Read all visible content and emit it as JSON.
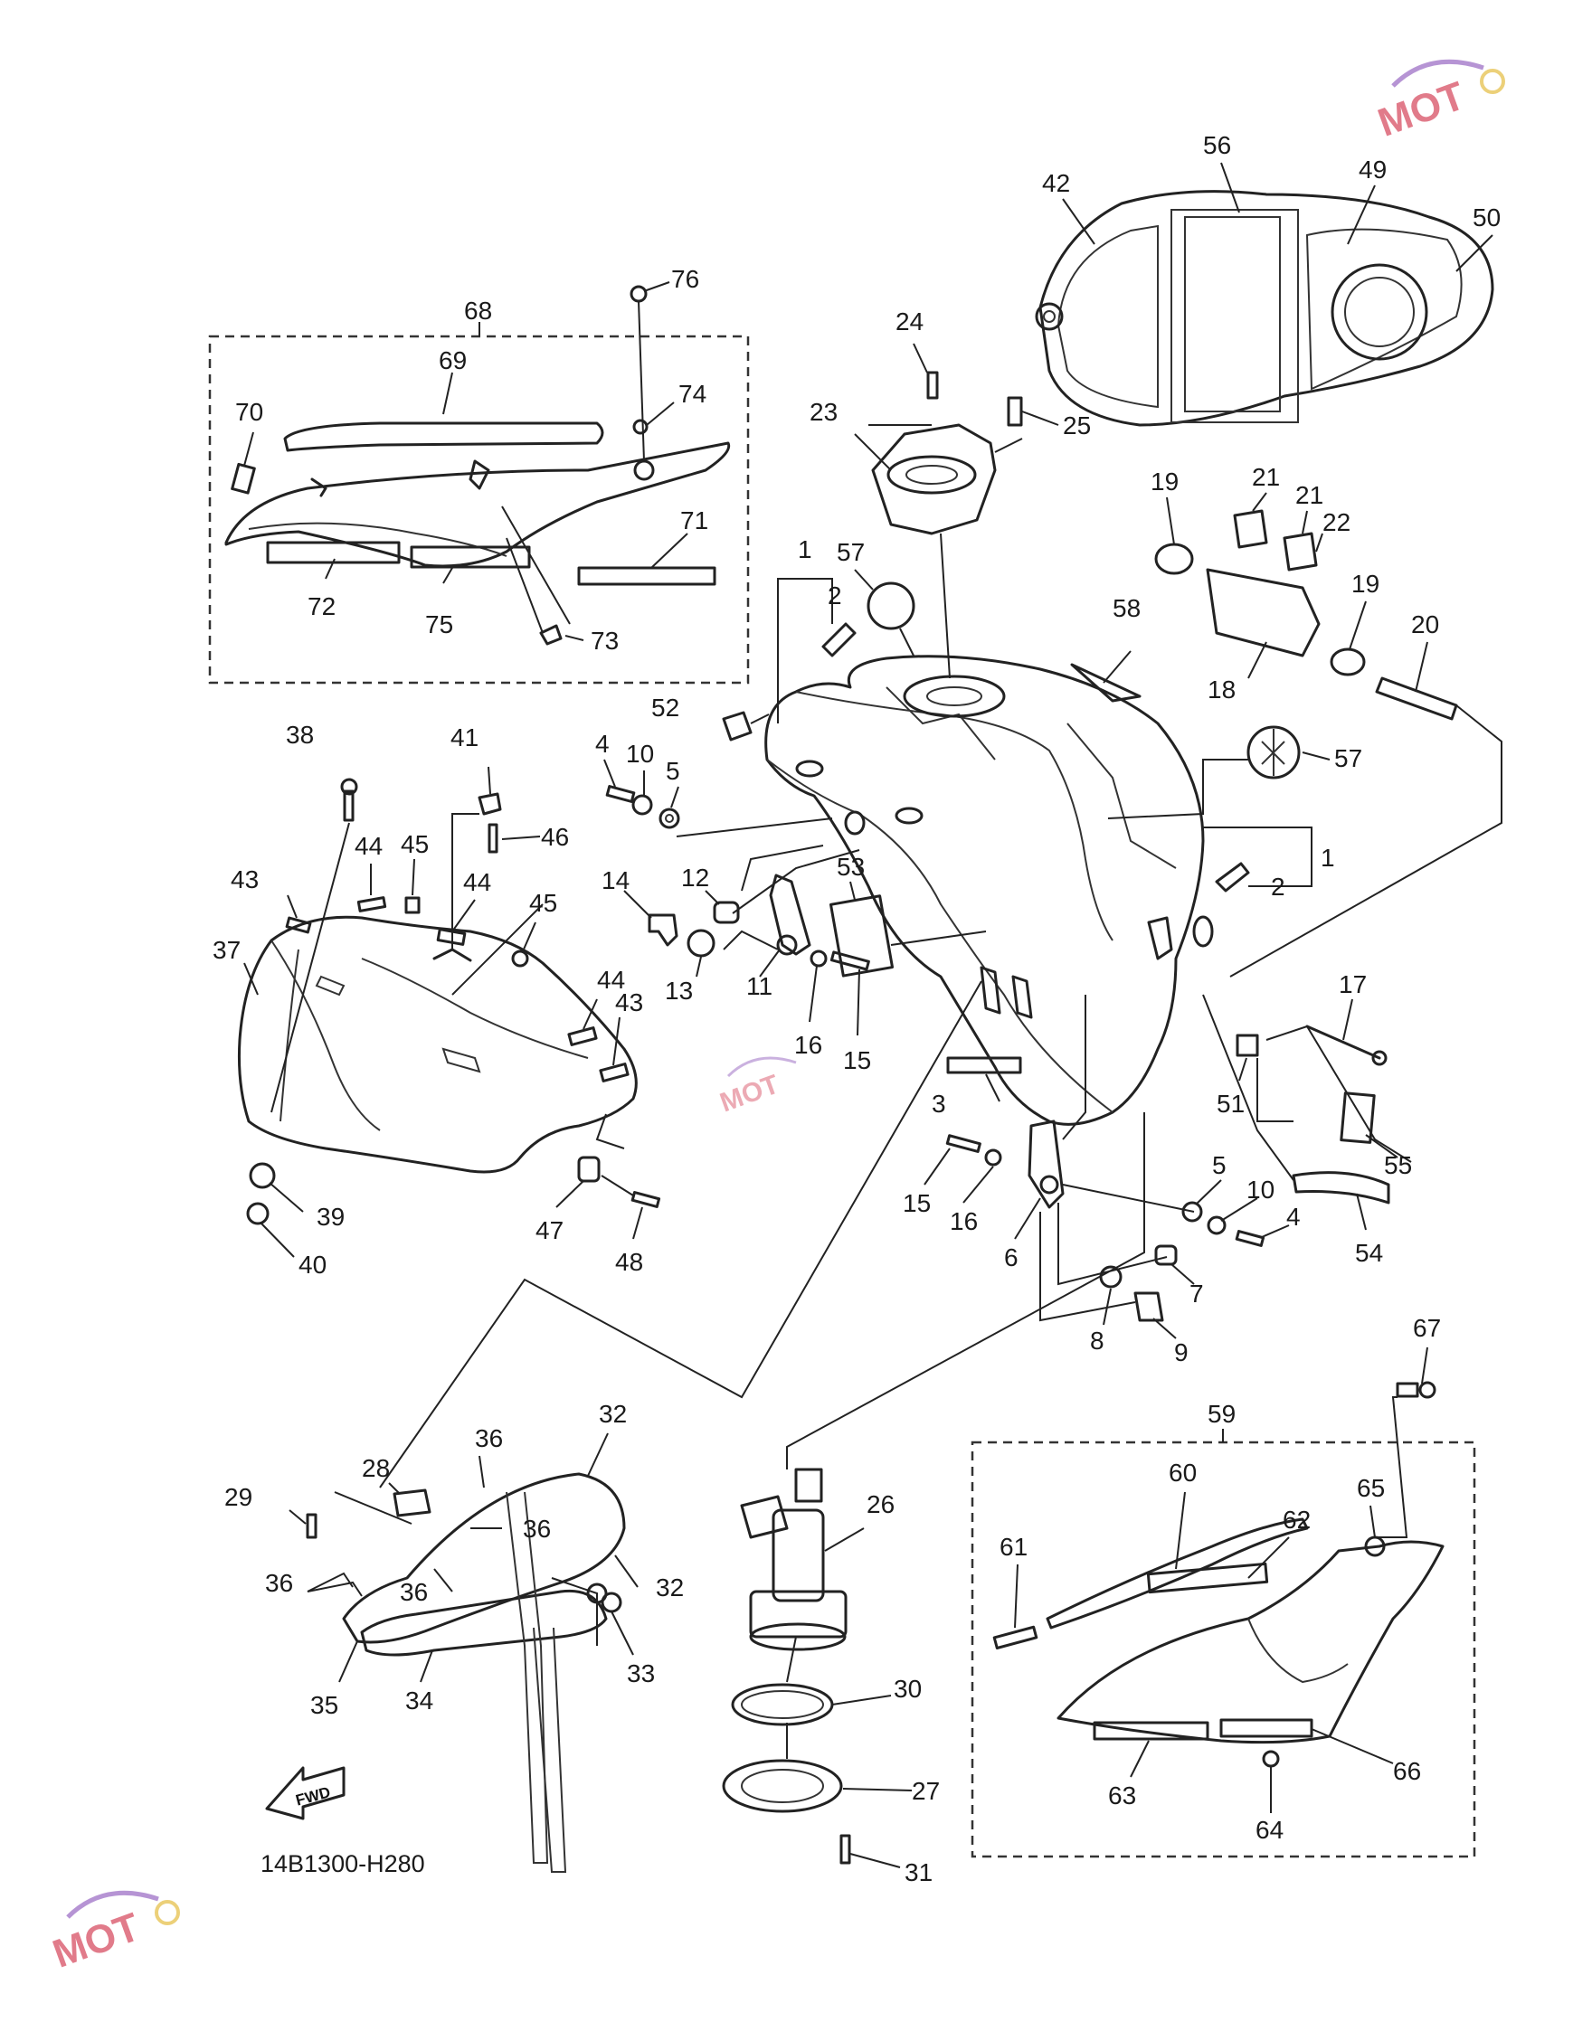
{
  "diagram": {
    "code": "14B1300-H280",
    "fwd_label": "FWD",
    "watermark": "MOT",
    "callouts": [
      {
        "id": "c76",
        "text": "76"
      },
      {
        "id": "c68",
        "text": "68"
      },
      {
        "id": "c74",
        "text": "74"
      },
      {
        "id": "c69",
        "text": "69"
      },
      {
        "id": "c70",
        "text": "70"
      },
      {
        "id": "c71",
        "text": "71"
      },
      {
        "id": "c72",
        "text": "72"
      },
      {
        "id": "c75",
        "text": "75"
      },
      {
        "id": "c73",
        "text": "73"
      },
      {
        "id": "c24",
        "text": "24"
      },
      {
        "id": "c25",
        "text": "25"
      },
      {
        "id": "c23",
        "text": "23"
      },
      {
        "id": "c42",
        "text": "42"
      },
      {
        "id": "c56",
        "text": "56"
      },
      {
        "id": "c49",
        "text": "49"
      },
      {
        "id": "c50",
        "text": "50"
      },
      {
        "id": "c19a",
        "text": "19"
      },
      {
        "id": "c21a",
        "text": "21"
      },
      {
        "id": "c21b",
        "text": "21"
      },
      {
        "id": "c22",
        "text": "22"
      },
      {
        "id": "c19b",
        "text": "19"
      },
      {
        "id": "c20",
        "text": "20"
      },
      {
        "id": "c18",
        "text": "18"
      },
      {
        "id": "c1a",
        "text": "1"
      },
      {
        "id": "c57a",
        "text": "57"
      },
      {
        "id": "c2a",
        "text": "2"
      },
      {
        "id": "c58",
        "text": "58"
      },
      {
        "id": "c52",
        "text": "52"
      },
      {
        "id": "c57b",
        "text": "57"
      },
      {
        "id": "c38",
        "text": "38"
      },
      {
        "id": "c41",
        "text": "41"
      },
      {
        "id": "c4a",
        "text": "4"
      },
      {
        "id": "c10a",
        "text": "10"
      },
      {
        "id": "c5a",
        "text": "5"
      },
      {
        "id": "c46",
        "text": "46"
      },
      {
        "id": "c44a",
        "text": "44"
      },
      {
        "id": "c45a",
        "text": "45"
      },
      {
        "id": "c43a",
        "text": "43"
      },
      {
        "id": "c44b",
        "text": "44"
      },
      {
        "id": "c14",
        "text": "14"
      },
      {
        "id": "c12",
        "text": "12"
      },
      {
        "id": "c53",
        "text": "53"
      },
      {
        "id": "c1b",
        "text": "1"
      },
      {
        "id": "c2b",
        "text": "2"
      },
      {
        "id": "c37",
        "text": "37"
      },
      {
        "id": "c45b",
        "text": "45"
      },
      {
        "id": "c13",
        "text": "13"
      },
      {
        "id": "c11",
        "text": "11"
      },
      {
        "id": "c16a",
        "text": "16"
      },
      {
        "id": "c15a",
        "text": "15"
      },
      {
        "id": "c44c",
        "text": "44"
      },
      {
        "id": "c43b",
        "text": "43"
      },
      {
        "id": "c17",
        "text": "17"
      },
      {
        "id": "c3",
        "text": "3"
      },
      {
        "id": "c51",
        "text": "51"
      },
      {
        "id": "c55",
        "text": "55"
      },
      {
        "id": "c39",
        "text": "39"
      },
      {
        "id": "c40",
        "text": "40"
      },
      {
        "id": "c47",
        "text": "47"
      },
      {
        "id": "c48",
        "text": "48"
      },
      {
        "id": "c15b",
        "text": "15"
      },
      {
        "id": "c16b",
        "text": "16"
      },
      {
        "id": "c6",
        "text": "6"
      },
      {
        "id": "c5b",
        "text": "5"
      },
      {
        "id": "c10b",
        "text": "10"
      },
      {
        "id": "c4b",
        "text": "4"
      },
      {
        "id": "c54",
        "text": "54"
      },
      {
        "id": "c7",
        "text": "7"
      },
      {
        "id": "c8",
        "text": "8"
      },
      {
        "id": "c9",
        "text": "9"
      },
      {
        "id": "c67",
        "text": "67"
      },
      {
        "id": "c59",
        "text": "59"
      },
      {
        "id": "c32a",
        "text": "32"
      },
      {
        "id": "c36a",
        "text": "36"
      },
      {
        "id": "c28",
        "text": "28"
      },
      {
        "id": "c29",
        "text": "29"
      },
      {
        "id": "c36b",
        "text": "36"
      },
      {
        "id": "c36c",
        "text": "36"
      },
      {
        "id": "c36d",
        "text": "36"
      },
      {
        "id": "c32b",
        "text": "32"
      },
      {
        "id": "c26",
        "text": "26"
      },
      {
        "id": "c60",
        "text": "60"
      },
      {
        "id": "c65",
        "text": "65"
      },
      {
        "id": "c62",
        "text": "62"
      },
      {
        "id": "c61",
        "text": "61"
      },
      {
        "id": "c33",
        "text": "33"
      },
      {
        "id": "c35",
        "text": "35"
      },
      {
        "id": "c34",
        "text": "34"
      },
      {
        "id": "c30",
        "text": "30"
      },
      {
        "id": "c27",
        "text": "27"
      },
      {
        "id": "c63",
        "text": "63"
      },
      {
        "id": "c66",
        "text": "66"
      },
      {
        "id": "c64",
        "text": "64"
      },
      {
        "id": "c31",
        "text": "31"
      }
    ]
  }
}
